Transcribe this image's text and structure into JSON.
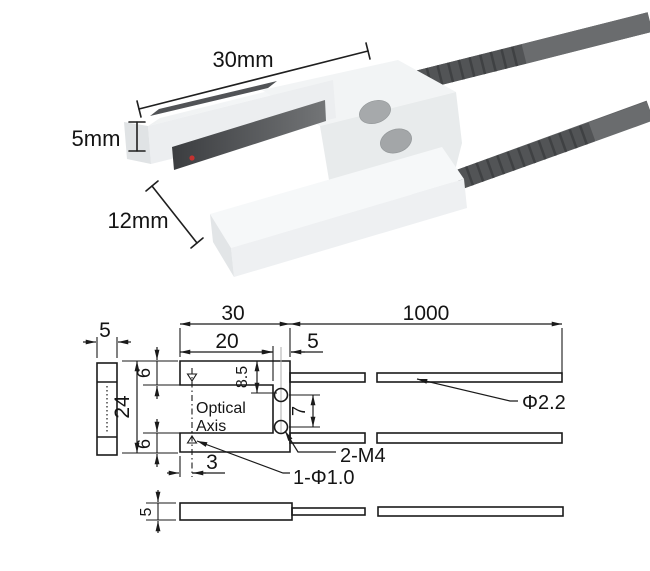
{
  "photo": {
    "width_label": "30mm",
    "height_label": "5mm",
    "depth_label": "12mm"
  },
  "drawing": {
    "side_view": {
      "width": "5"
    },
    "front_view": {
      "body_width": "30",
      "cable_length": "1000",
      "slot_depth": "20",
      "edge_offset": "5",
      "arm_thickness_top": "6",
      "hole_offset": "8.5",
      "body_height": "24",
      "hole_spacing": "7",
      "arm_thickness_bottom": "6",
      "axis_offset": "3",
      "optical_axis_line1": "Optical",
      "optical_axis_line2": "Axis",
      "cable_dia_label": "Φ2.2",
      "thread_label": "2-M4",
      "aperture_label": "1-Φ1.0"
    },
    "bottom_view": {
      "thickness": "5"
    }
  },
  "colors": {
    "cable": "#5e6062",
    "cable_rib": "#3f4143",
    "cable_smooth": "#6a6c6e",
    "body_top": "#f5f7f8",
    "body_front": "#eceef0",
    "body_side": "#e0e3e5",
    "window_dark": "#3b3d40",
    "hole": "#a6a9ab",
    "led": "#c43230"
  }
}
